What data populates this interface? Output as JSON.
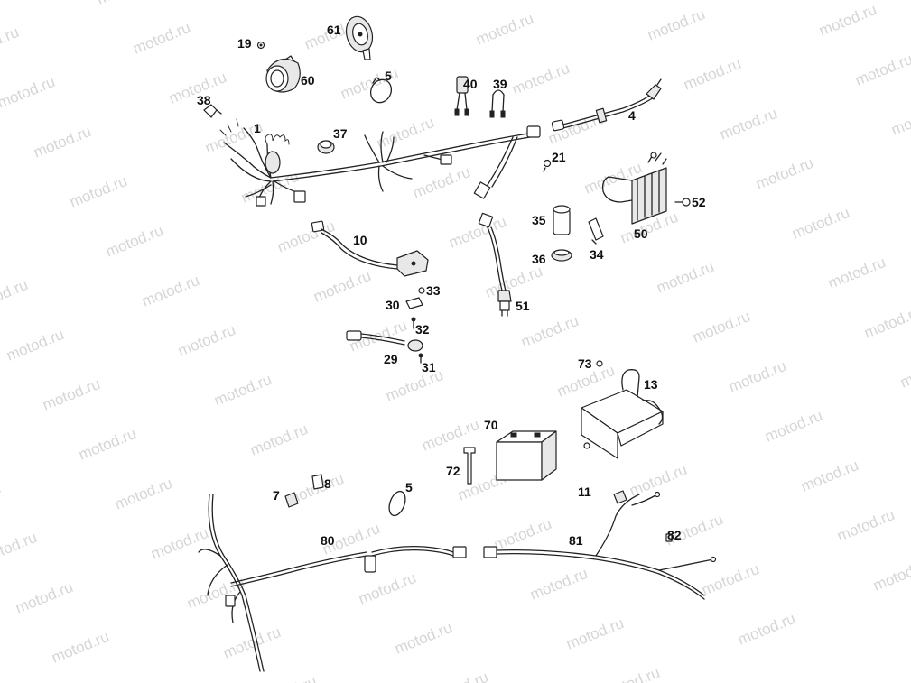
{
  "watermark": "motod.ru",
  "part_labels": [
    "1",
    "4",
    "5",
    "5",
    "7",
    "8",
    "10",
    "11",
    "13",
    "19",
    "21",
    "29",
    "30",
    "31",
    "32",
    "33",
    "34",
    "35",
    "36",
    "37",
    "38",
    "39",
    "40",
    "50",
    "51",
    "52",
    "60",
    "61",
    "70",
    "72",
    "73",
    "80",
    "81",
    "82"
  ]
}
